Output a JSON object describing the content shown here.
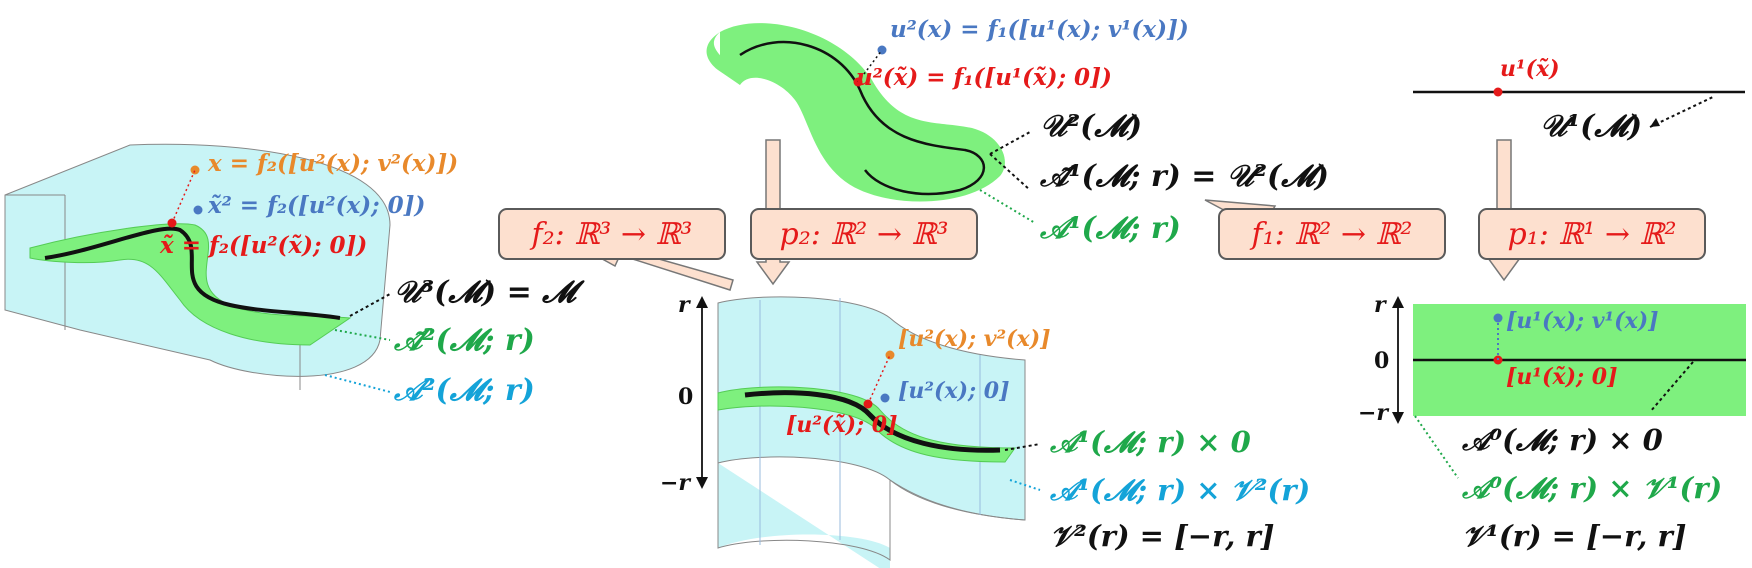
{
  "mappings": {
    "f1": "f₁: ℝ² → ℝ²",
    "p1": "p₁: ℝ¹ → ℝ²",
    "f2": "f₂: ℝ³ → ℝ³",
    "p2": "p₂: ℝ² → ℝ³"
  },
  "right_panel": {
    "point_top": "u¹(x̃)",
    "manifold": "𝒰¹(𝓜)",
    "point_upper": "[u¹(x); v¹(x)]",
    "point_center": "[u¹(x̃); 0]",
    "axis_top": "r",
    "axis_mid": "0",
    "axis_bot": "−r",
    "label1": "𝒜⁰(𝓜; r) × 0",
    "label2": "𝒜⁰(𝓜; r) × 𝒱¹(r)",
    "label3": "𝒱¹(r) = [−r, r]"
  },
  "middle_top": {
    "blue_eq": "u²(x) = f₁([u¹(x); v¹(x)])",
    "red_eq": "u²(x̃) = f₁([u¹(x̃); 0])",
    "manifold": "𝒰²(𝓜)",
    "tilde_eq": "𝒜̃¹(𝓜; r) = 𝒰²(𝓜)",
    "green": "𝒜¹(𝓜; r)"
  },
  "middle_bottom": {
    "axis_top": "r",
    "axis_mid": "0",
    "axis_bot": "−r",
    "orange_pt": "[u²(x); v²(x)]",
    "blue_pt": "[u²(x); 0]",
    "red_pt": "[u²(x̃); 0]",
    "label1": "𝒜¹(𝓜; r) × 0",
    "label2": "𝒜¹(𝓜; r) × 𝒱²(r)",
    "label3": "𝒱²(r) = [−r, r]"
  },
  "left_panel": {
    "orange_eq": "x = f₂([u²(x); v²(x)])",
    "blue_eq": "x̃² = f₂([u²(x); 0])",
    "red_eq": "x̃ = f₂([u²(x̃); 0])",
    "manifold": "𝒰³(𝓜) = 𝓜",
    "green": "𝒜̃²(𝓜; r)",
    "cyan": "𝒜²(𝓜; r)"
  },
  "colors": {
    "green_fill": "#7ef07e",
    "cyan_fill": "#c8f4f6",
    "box_fill": "#fde0cf",
    "red": "#e51a1a",
    "blue": "#4a78c2",
    "orange": "#e8892b",
    "green_text": "#1fa84a",
    "cyan_text": "#14a3d8"
  }
}
